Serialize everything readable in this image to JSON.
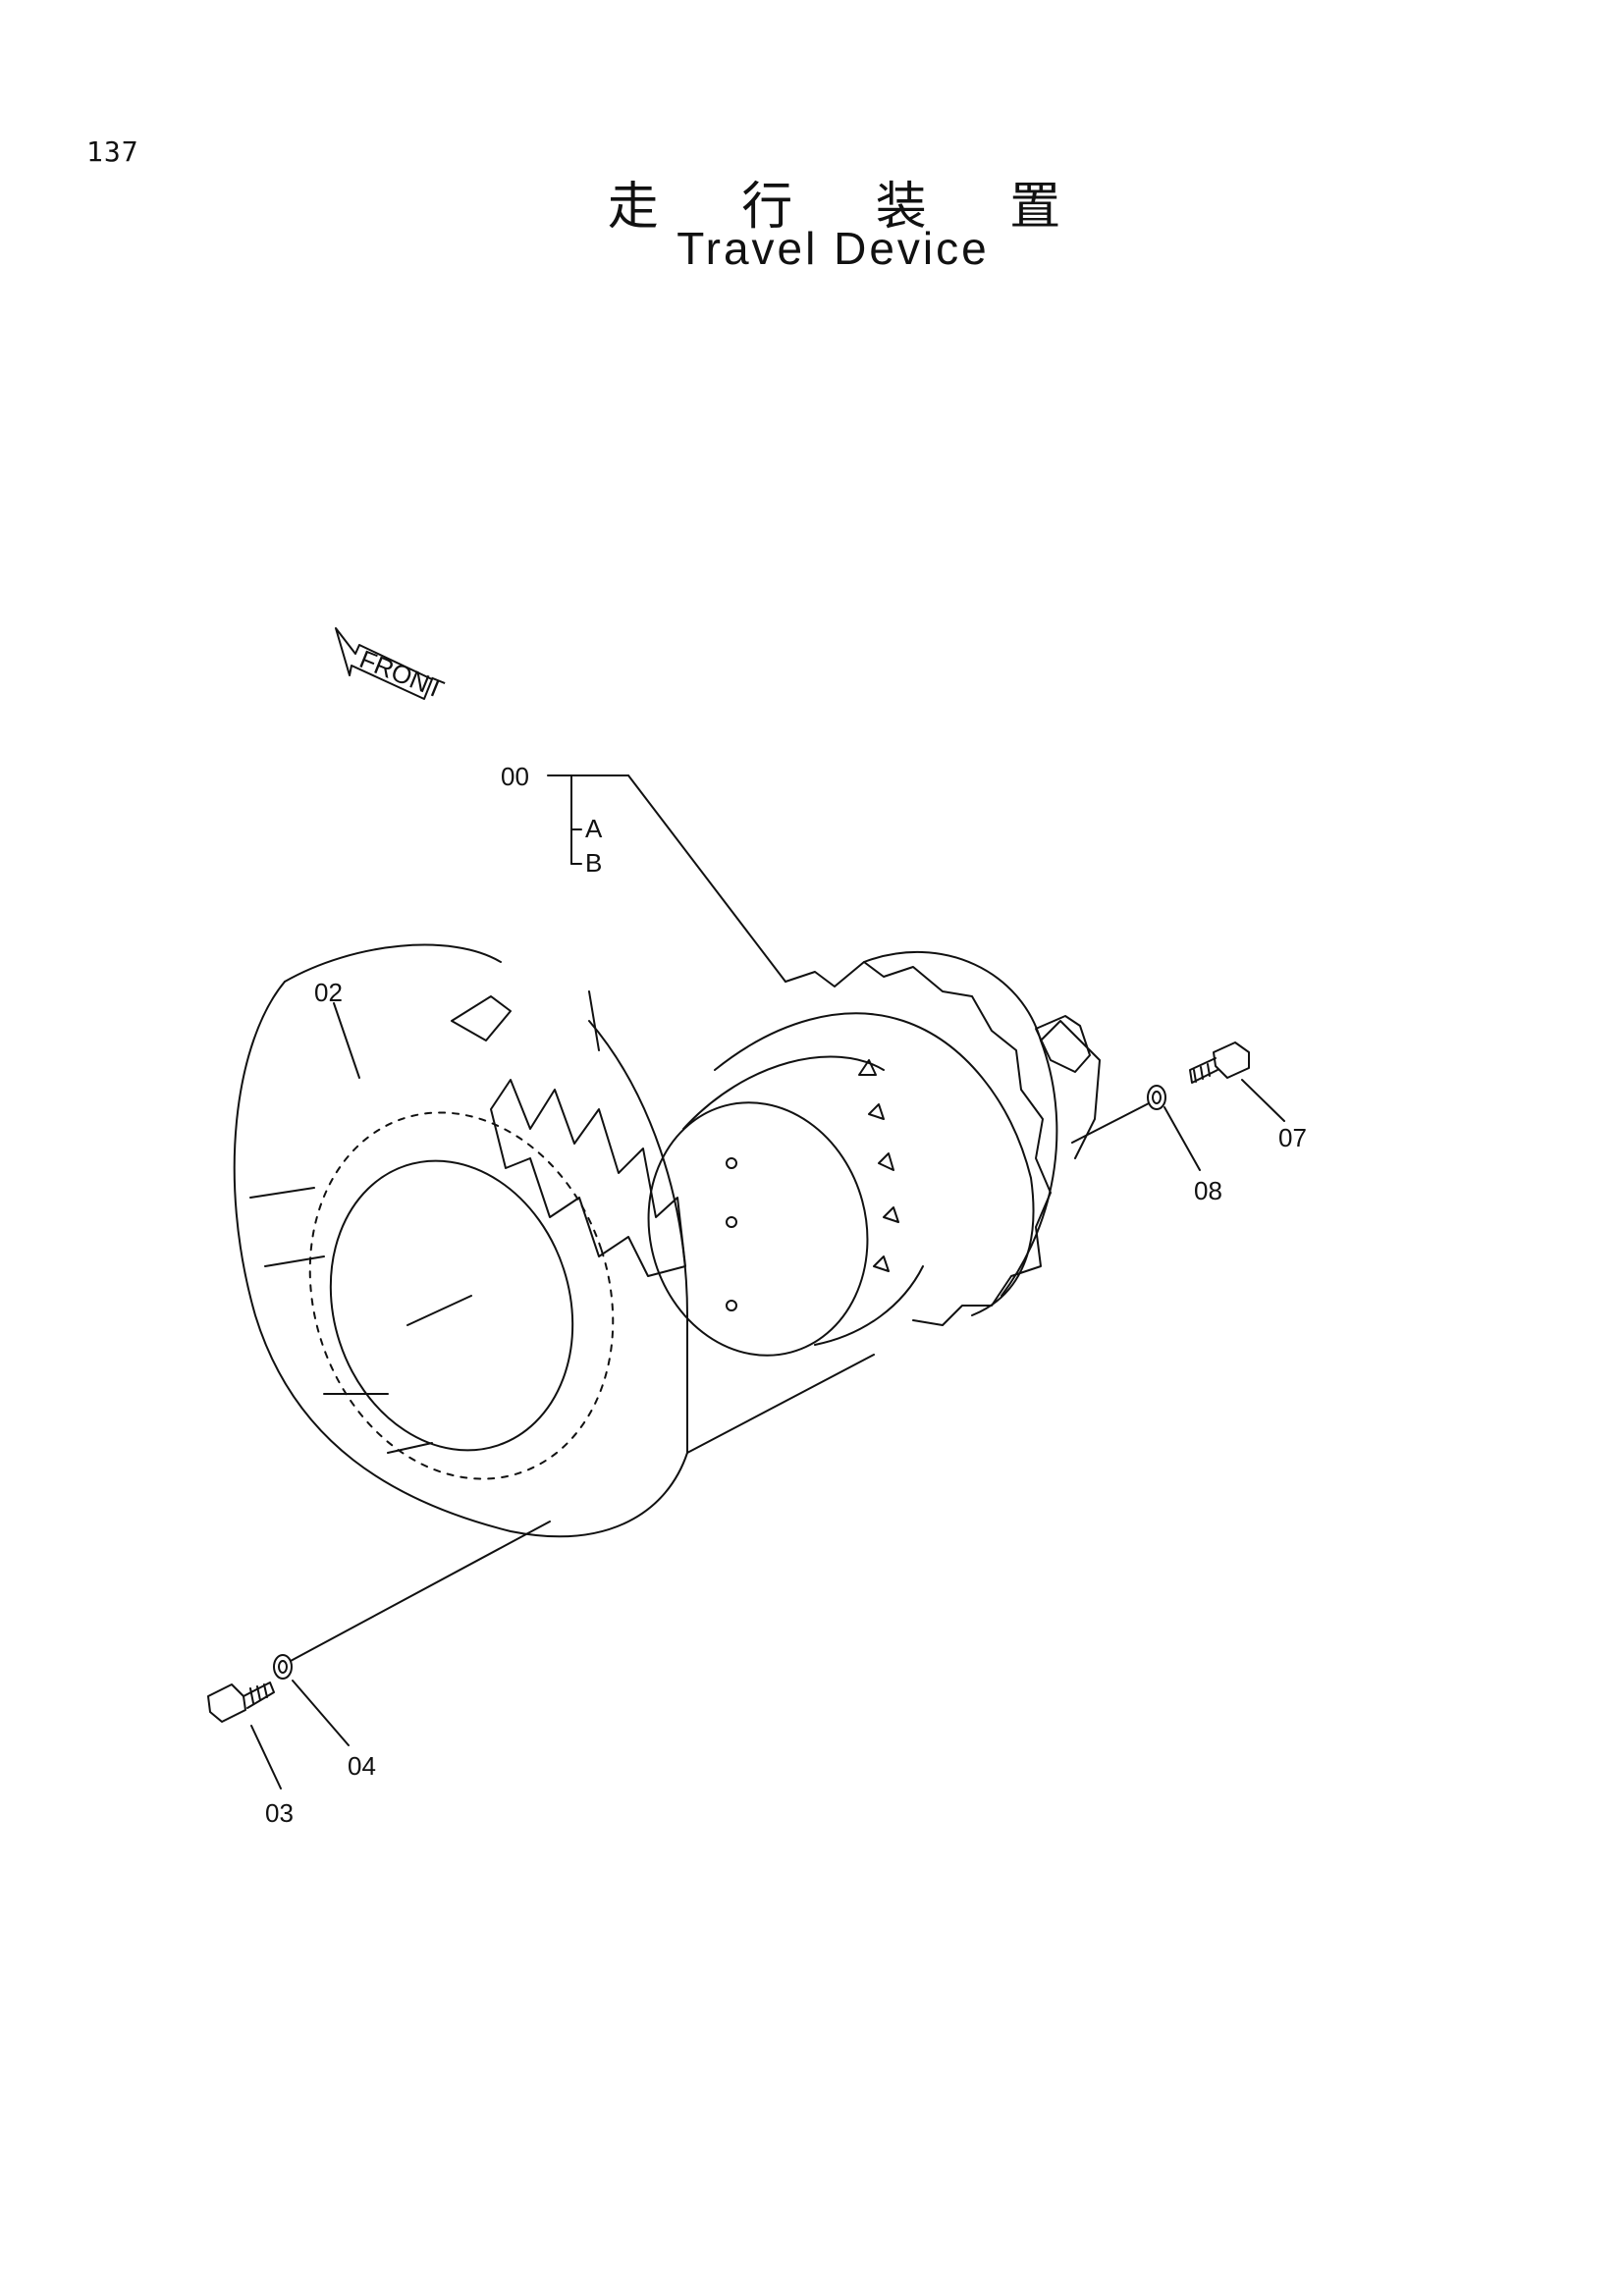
{
  "page": {
    "number": "137"
  },
  "title": {
    "japanese": "走 行 装 置",
    "english": "Travel Device"
  },
  "direction_arrow": {
    "label": "FRONT"
  },
  "callouts": {
    "assembly": "00",
    "sub_a": "A",
    "sub_b": "B",
    "sprocket": "02",
    "bolt_left": "03",
    "washer_left": "04",
    "bolt_right": "07",
    "washer_right": "08"
  }
}
